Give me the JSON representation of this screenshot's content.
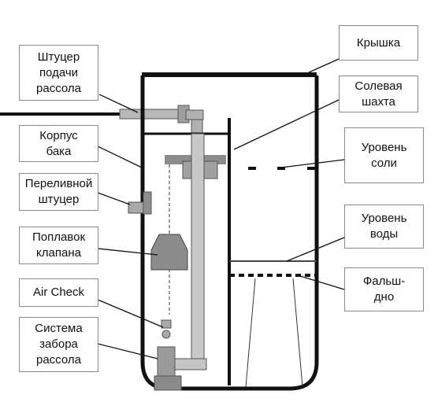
{
  "colors": {
    "outline": "#111111",
    "pipe": "#9e9e9e",
    "pipe_light": "#c8c8c8",
    "float": "#8c8c8c",
    "label_border": "#8a8a8a",
    "background": "#ffffff"
  },
  "labels": {
    "brine_inlet": "Штуцер\nподачи\nрассола",
    "tank_body": "Корпус\nбака",
    "overflow_fitting": "Переливной\nштуцер",
    "valve_float": "Поплавок\nклапана",
    "air_check": "Air Check",
    "brine_system": "Система\nзабора\nрассола",
    "lid": "Крышка",
    "salt_shaft": "Солевая\nшахта",
    "salt_level": "Уровень\nсоли",
    "water_level": "Уровень\nводы",
    "false_bottom": "Фальш-\nдно"
  }
}
